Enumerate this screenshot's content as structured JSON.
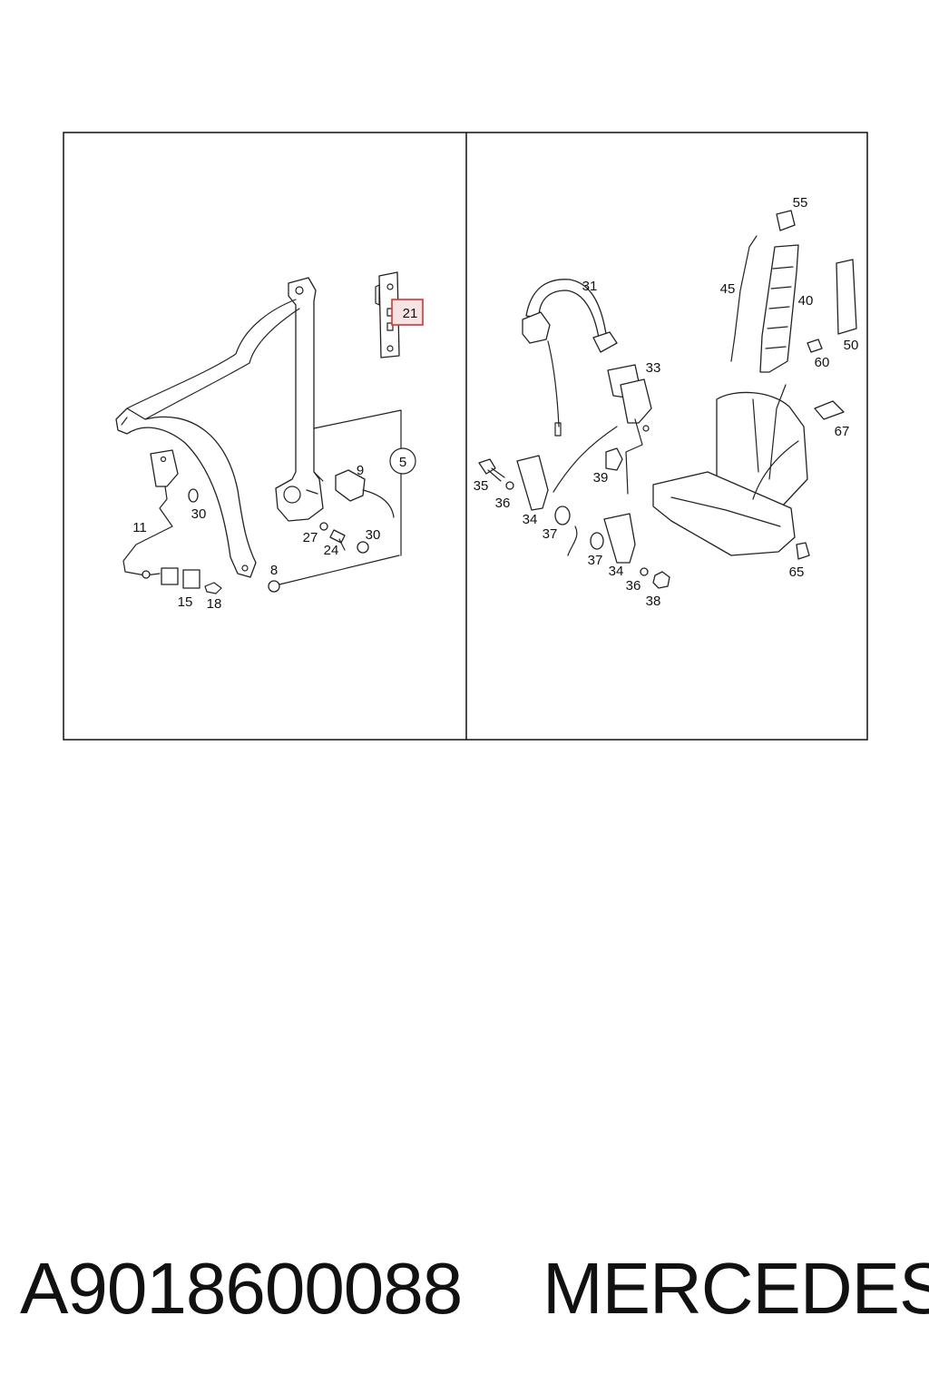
{
  "diagram": {
    "left_panel": {
      "callouts": {
        "c21": "21",
        "c9": "9",
        "c5": "5",
        "c11": "11",
        "c30a": "30",
        "c27": "27",
        "c24": "24",
        "c30b": "30",
        "c8": "8",
        "c15": "15",
        "c18": "18"
      },
      "highlighted_callout": "21",
      "highlight_color": "#e03030"
    },
    "right_panel": {
      "callouts": {
        "c31": "31",
        "c33": "33",
        "c55": "55",
        "c45": "45",
        "c40": "40",
        "c60": "60",
        "c50": "50",
        "c67": "67",
        "c35": "35",
        "c36a": "36",
        "c34a": "34",
        "c37a": "37",
        "c39": "39",
        "c37b": "37",
        "c34b": "34",
        "c36b": "36",
        "c38": "38",
        "c65": "65"
      }
    }
  },
  "footer": {
    "part_number": "A9018600088",
    "brand": "MERCEDES"
  }
}
